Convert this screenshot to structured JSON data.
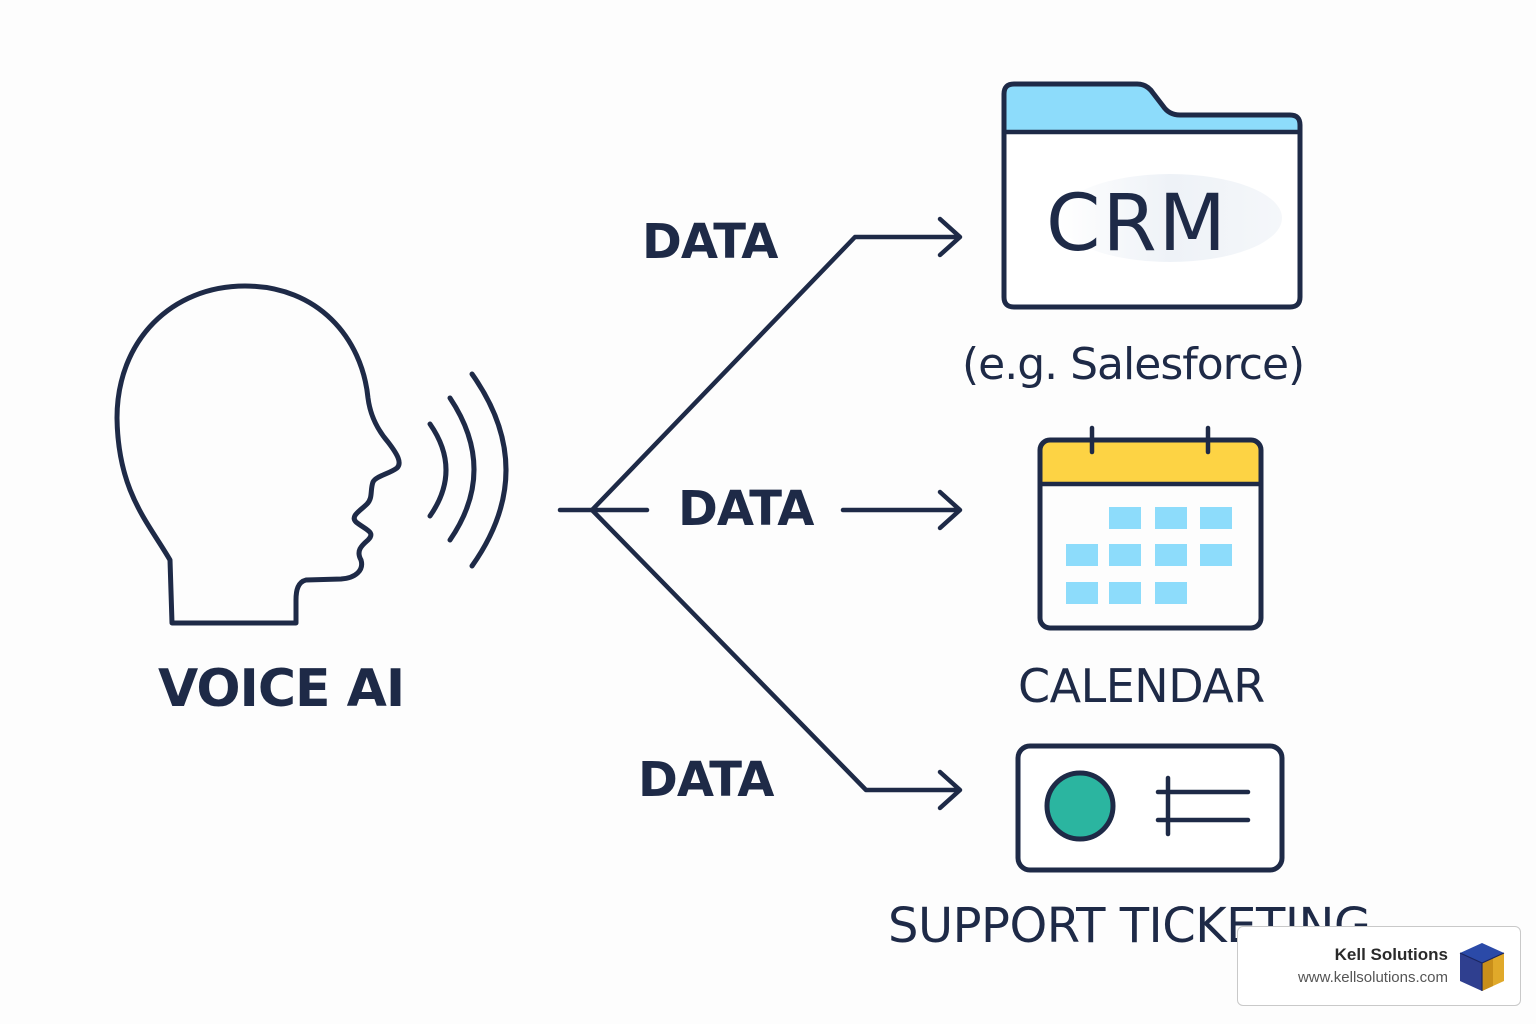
{
  "colors": {
    "ink": "#1e2a47",
    "crm_tab": "#8ddcfb",
    "calendar_header": "#fdd344",
    "calendar_cells": "#8ddcfb",
    "ticket_dot": "#2bb5a0"
  },
  "source": {
    "label": "VOICE AI",
    "icons": [
      "speaking-head-icon",
      "sound-waves-icon"
    ]
  },
  "flows": [
    {
      "label": "DATA"
    },
    {
      "label": "DATA"
    },
    {
      "label": "DATA"
    }
  ],
  "targets": {
    "crm": {
      "icon": "folder-icon",
      "icon_text": "CRM",
      "caption": "(e.g. Salesforce)"
    },
    "calendar": {
      "icon": "calendar-icon",
      "caption": "CALENDAR"
    },
    "ticketing": {
      "icon": "ticket-card-icon",
      "caption": "SUPPORT TICKETING"
    }
  },
  "watermark": {
    "name": "Kell Solutions",
    "url": "www.kellsolutions.com",
    "icon": "cube-logo-icon"
  }
}
